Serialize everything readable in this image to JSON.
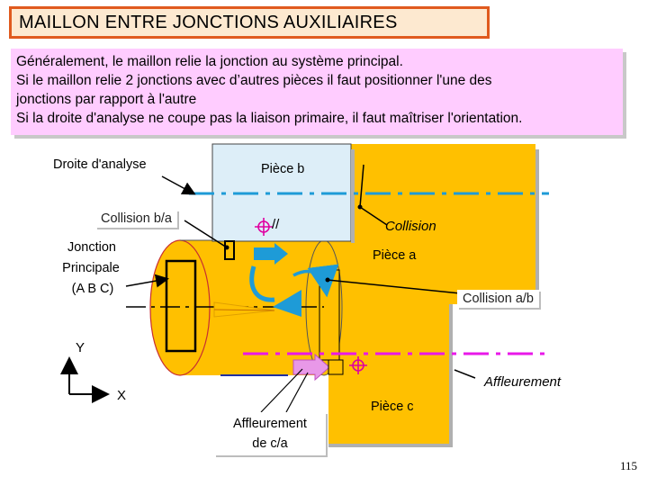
{
  "title": "MAILLON ENTRE JONCTIONS AUXILIAIRES",
  "intro": [
    "Généralement, le maillon relie la jonction au système principal.",
    "Si le maillon relie 2 jonctions avec d’autres pièces il faut positionner l'une des",
    "jonctions par rapport à l'autre",
    "Si la droite d'analyse ne coupe pas la liaison primaire, il faut maîtriser l'orientation."
  ],
  "labels": {
    "droite_analyse": "Droite d'analyse",
    "piece_b": "Pièce b",
    "collision_ba": "Collision b/a",
    "collision": "Collision",
    "parallel_symbol": "//",
    "jonction_principale": [
      "Jonction",
      "Principale",
      "(A B C)"
    ],
    "piece_a": "Pièce a",
    "collision_ab": "Collision a/b",
    "axis_y": "Y",
    "axis_x": "X",
    "affleurement": "Affleurement",
    "piece_c": "Pièce c",
    "affleurement_ca": [
      "Affleurement",
      "de c/a"
    ]
  },
  "page_number": "115",
  "colors": {
    "piece_a": "#ffc000",
    "piece_b": "#ddeef8",
    "piece_c": "#ffc000",
    "line_blue": "#1e9bd7",
    "line_magenta": "#e818e8",
    "arrow_blue": "#1e9bd7",
    "arrow_magenta": "#e898e8",
    "title_border": "#e05a1e",
    "intro_bg": "#ffccff"
  },
  "icons": [
    "position-symbol-icon",
    "axis-arrows-icon"
  ]
}
